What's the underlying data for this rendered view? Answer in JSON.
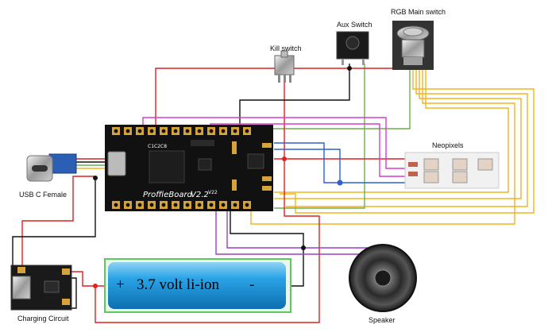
{
  "labels": {
    "rgb_main_switch": "RGB Main switch",
    "aux_switch": "Aux Switch",
    "kill_switch": "Kill switch",
    "neopixels": "Neopixels",
    "usb_c_female": "USB C Female",
    "charging_circuit": "Charging Circuit",
    "speaker": "Speaker"
  },
  "board": {
    "name": "ProffieBoard",
    "version": "V2.2",
    "chip_mark": "C1C2C8",
    "pad_mark_1": "V22"
  },
  "battery": {
    "plus": "+",
    "text": "3.7 volt li-ion",
    "minus": "-"
  },
  "wire_colors": {
    "red": "#e02020",
    "black": "#111111",
    "green": "#6ab04c",
    "yellow": "#f2b320",
    "purple": "#9b3fc8",
    "magenta": "#d63bd0",
    "blue": "#2f5fd0",
    "battery_cyan": "#2596d8",
    "battery_frame": "#5cc95c"
  }
}
